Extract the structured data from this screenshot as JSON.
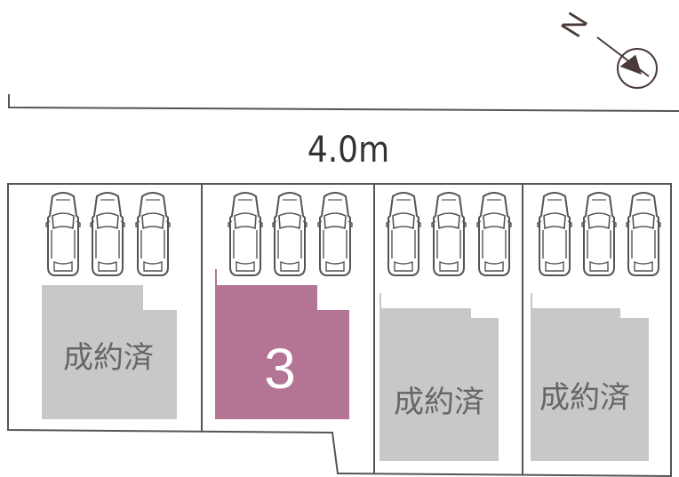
{
  "road": {
    "width_label": "4.0m"
  },
  "compass": {
    "label": "N"
  },
  "lots": [
    {
      "id": "lot-1",
      "label": "成約済",
      "status": "sold",
      "fill": "#c8c8c8"
    },
    {
      "id": "lot-3",
      "label": "3",
      "status": "available",
      "fill": "#b47594"
    },
    {
      "id": "lot-4",
      "label": "成約済",
      "status": "sold",
      "fill": "#c8c8c8"
    },
    {
      "id": "lot-5",
      "label": "成約済",
      "status": "sold",
      "fill": "#c8c8c8"
    }
  ],
  "colors": {
    "outline": "#555555",
    "sold": "#c8c8c8",
    "available": "#b47594",
    "compass": "#4a3a38"
  },
  "parking": {
    "spaces_per_lot": 3,
    "icon": "car-icon"
  }
}
